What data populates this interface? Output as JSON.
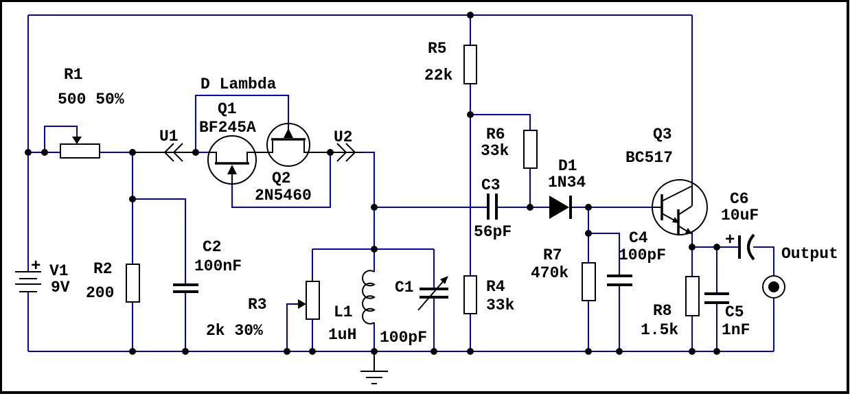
{
  "colors": {
    "wire": "#0000cc",
    "symbol": "#000000",
    "background": "#ffffff"
  },
  "labels": {
    "subcircuit": "D Lambda",
    "output": "Output"
  },
  "connectors": {
    "U1": {
      "ref": "U1"
    },
    "U2": {
      "ref": "U2"
    }
  },
  "components": {
    "V1": {
      "ref": "V1",
      "value": "9V",
      "polarity": "+",
      "type": "battery"
    },
    "R1": {
      "ref": "R1",
      "value": "500 50%",
      "type": "potentiometer"
    },
    "R2": {
      "ref": "R2",
      "value": "200",
      "type": "resistor"
    },
    "C2": {
      "ref": "C2",
      "value": "100nF",
      "type": "capacitor"
    },
    "Q1": {
      "ref": "Q1",
      "value": "BF245A",
      "type": "n-jfet"
    },
    "Q2": {
      "ref": "Q2",
      "value": "2N5460",
      "type": "p-jfet"
    },
    "R3": {
      "ref": "R3",
      "value": "2k 30%",
      "type": "trimmer-potentiometer"
    },
    "L1": {
      "ref": "L1",
      "value": "1uH",
      "type": "inductor"
    },
    "C1": {
      "ref": "C1",
      "value": "100pF",
      "type": "variable-capacitor"
    },
    "R4": {
      "ref": "R4",
      "value": "33k",
      "type": "resistor"
    },
    "R5": {
      "ref": "R5",
      "value": "22k",
      "type": "resistor"
    },
    "R6": {
      "ref": "R6",
      "value": "33k",
      "type": "resistor"
    },
    "C3": {
      "ref": "C3",
      "value": "56pF",
      "type": "capacitor"
    },
    "D1": {
      "ref": "D1",
      "value": "1N34",
      "type": "diode"
    },
    "R7": {
      "ref": "R7",
      "value": "470k",
      "type": "resistor"
    },
    "C4": {
      "ref": "C4",
      "value": "100pF",
      "type": "capacitor"
    },
    "Q3": {
      "ref": "Q3",
      "value": "BC517",
      "type": "npn-darlington"
    },
    "C6": {
      "ref": "C6",
      "value": "10uF",
      "polarity": "+",
      "type": "polarized-capacitor"
    },
    "R8": {
      "ref": "R8",
      "value": "1.5k",
      "type": "resistor"
    },
    "C5": {
      "ref": "C5",
      "value": "1nF",
      "type": "capacitor"
    }
  }
}
